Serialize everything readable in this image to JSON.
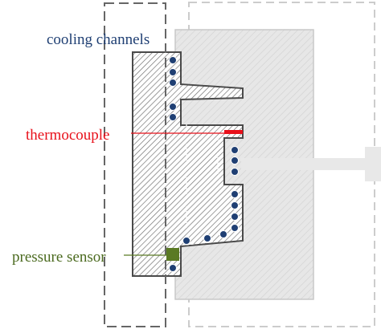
{
  "labels": {
    "cooling_channels": "cooling channels",
    "thermocouple": "thermocouple",
    "pressure_sensor": "pressure sensor"
  },
  "colors": {
    "cooling": "#1f3f73",
    "thermocouple": "#e8101a",
    "pressure": "#5a7a24",
    "pressure_text": "#4b6a1f",
    "outline": "#4a4a4a",
    "hatch": "#6a6a6a",
    "ghost_fill": "#e7e7e7",
    "ghost_hatch": "#cfcfcf",
    "dashed": "#666666",
    "dashed_light": "#cccccc"
  }
}
